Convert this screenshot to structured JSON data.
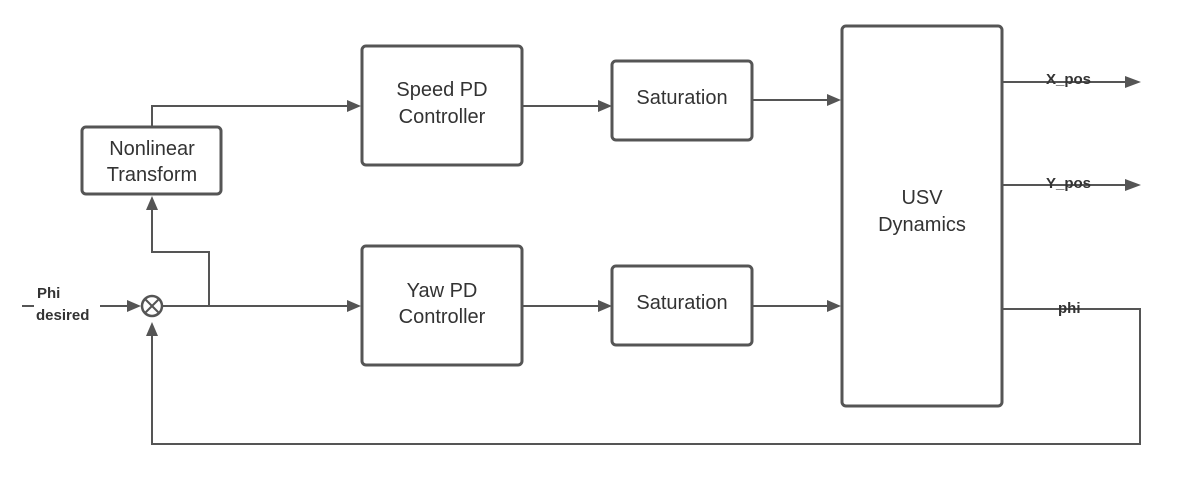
{
  "blocks": {
    "nonlinear_transform": {
      "line1": "Nonlinear",
      "line2": "Transform"
    },
    "speed_pd": {
      "line1": "Speed PD",
      "line2": "Controller"
    },
    "yaw_pd": {
      "line1": "Yaw PD",
      "line2": "Controller"
    },
    "saturation_top": {
      "line1": "Saturation"
    },
    "saturation_bottom": {
      "line1": "Saturation"
    },
    "usv_dynamics": {
      "line1": "USV",
      "line2": "Dynamics"
    }
  },
  "signals": {
    "input_line1": "Phi",
    "input_line2": "desired",
    "output_x": "X_pos",
    "output_y": "Y_pos",
    "output_phi": "phi"
  },
  "summing_junction": {
    "symbol": "multiply-circle-icon"
  }
}
